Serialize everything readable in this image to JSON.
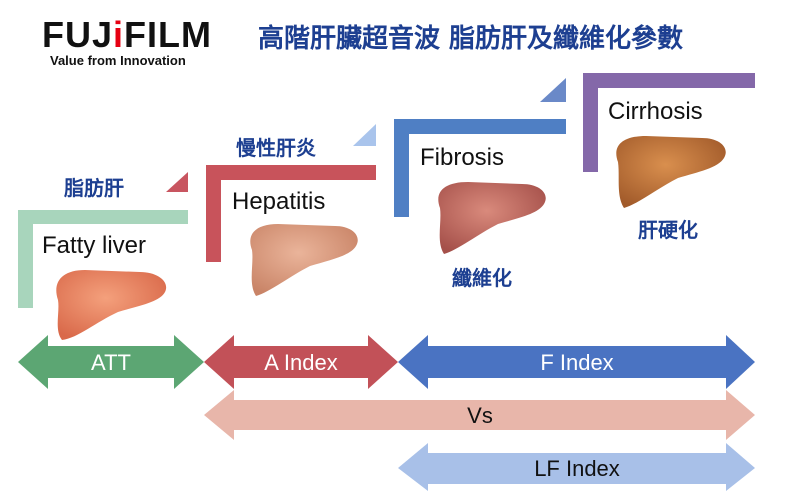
{
  "logo": {
    "brand": "FUJIFILM",
    "tagline": "Value from Innovation"
  },
  "title": "高階肝臟超音波 脂肪肝及纖維化參數",
  "stages": [
    {
      "label_en": "Fatty liver",
      "label_zh": "脂肪肝",
      "color": "#a8d5bc"
    },
    {
      "label_en": "Hepatitis",
      "label_zh": "慢性肝炎",
      "color": "#c8535b"
    },
    {
      "label_en": "Fibrosis",
      "label_zh": "纖維化",
      "color": "#4f7fc4"
    },
    {
      "label_en": "Cirrhosis",
      "label_zh": "肝硬化",
      "color": "#8468a9"
    }
  ],
  "indices": [
    {
      "label": "ATT",
      "color": "#5ca673"
    },
    {
      "label": "A Index",
      "color": "#c25158"
    },
    {
      "label": "F Index",
      "color": "#4a73c2"
    },
    {
      "label": "Vs",
      "color": "#e8b6aa"
    },
    {
      "label": "LF Index",
      "color": "#a8c0e8"
    }
  ],
  "icons": [
    "liver-icon",
    "step-arrow-icon"
  ]
}
